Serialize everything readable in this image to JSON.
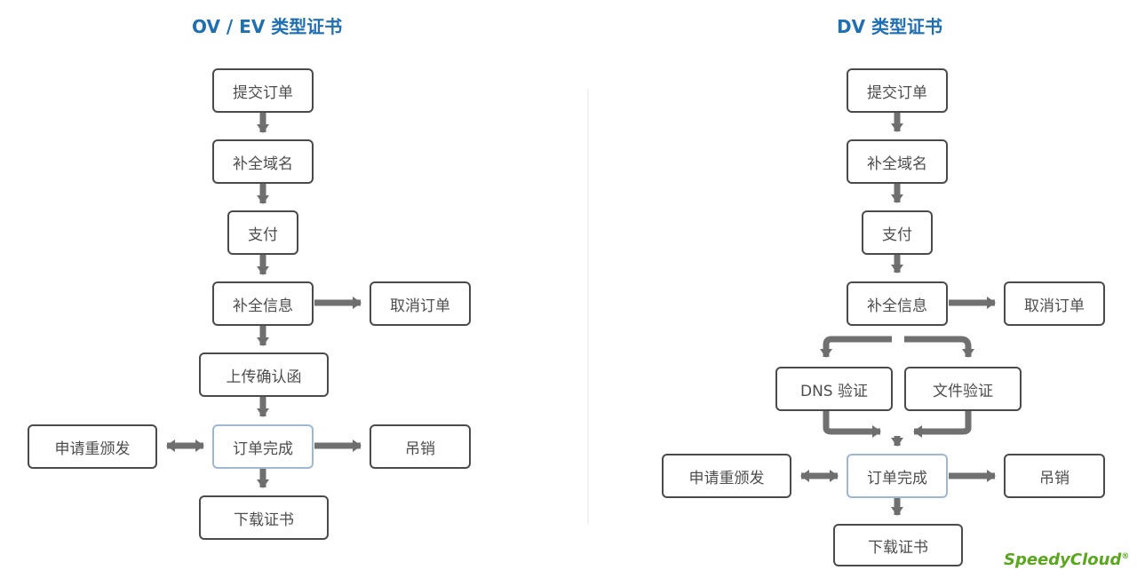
{
  "titles": {
    "left": "OV / EV 类型证书",
    "right": "DV 类型证书"
  },
  "left": {
    "submit": "提交订单",
    "domain": "补全域名",
    "pay": "支付",
    "info": "补全信息",
    "cancel": "取消订单",
    "upload": "上传确认函",
    "reissue": "申请重颁发",
    "complete": "订单完成",
    "revoke": "吊销",
    "download": "下载证书"
  },
  "right": {
    "submit": "提交订单",
    "domain": "补全域名",
    "pay": "支付",
    "info": "补全信息",
    "cancel": "取消订单",
    "dns": "DNS 验证",
    "file": "文件验证",
    "reissue": "申请重颁发",
    "complete": "订单完成",
    "revoke": "吊销",
    "download": "下载证书"
  },
  "brand": {
    "name": "SpeedyCloud",
    "mark": "®"
  },
  "colors": {
    "title": "#1f6fb2",
    "arrow": "#707070",
    "border": "#4a4a4a",
    "highlight": "#9cb8d4",
    "brand": "#5aa61d"
  }
}
